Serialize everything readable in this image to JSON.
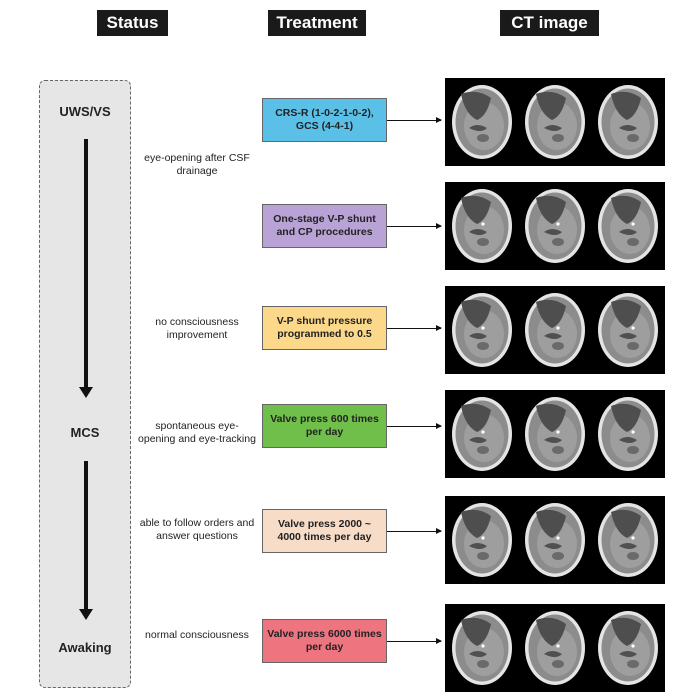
{
  "headers": {
    "status": "Status",
    "treatment": "Treatment",
    "ct": "CT image"
  },
  "states": {
    "uws": "UWS/VS",
    "mcs": "MCS",
    "awaking": "Awaking"
  },
  "notes": [
    "eye-opening after CSF drainage",
    "no consciousness improvement",
    "spontaneous eye-opening and eye-tracking",
    "able to follow orders and answer questions",
    "normal consciousness"
  ],
  "treatments": [
    {
      "label": "CRS-R (1-0-2-1-0-2), GCS (4-4-1)",
      "color": "#5bc0e8"
    },
    {
      "label": "One-stage V-P shunt and CP procedures",
      "color": "#b9a3d6"
    },
    {
      "label": "V-P shunt pressure programmed to 0.5",
      "color": "#fcd98a"
    },
    {
      "label": "Valve press 600 times per day",
      "color": "#6fbf4a"
    },
    {
      "label": "Valve press 2000 ~ 4000 times per day",
      "color": "#f7dcc8"
    },
    {
      "label": "Valve press 6000 times per day",
      "color": "#ee7480"
    }
  ]
}
